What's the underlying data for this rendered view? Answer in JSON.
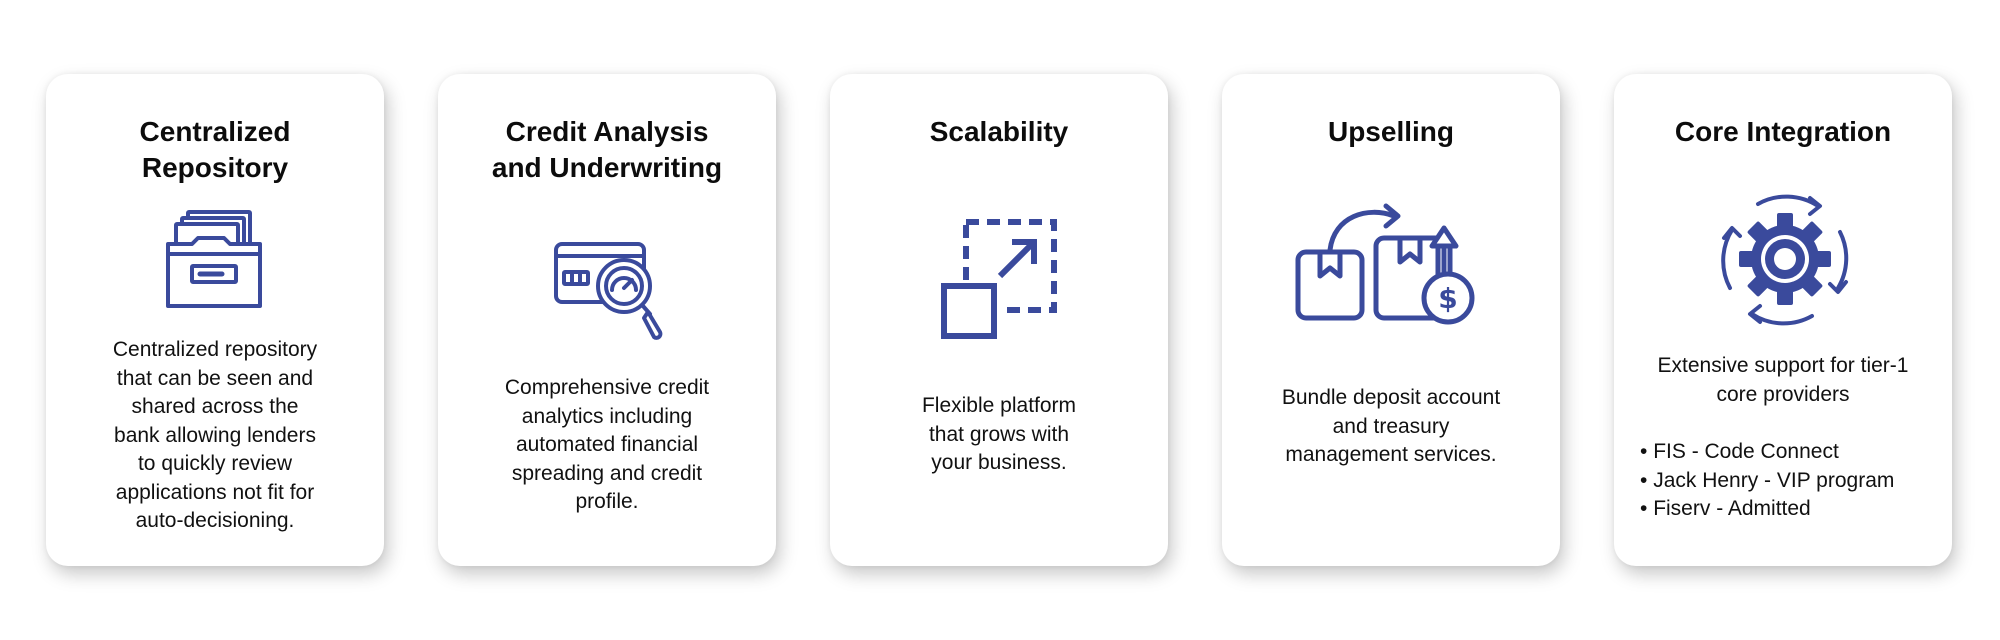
{
  "accent_color": "#3a4a9c",
  "cards": [
    {
      "title": "Centralized\nRepository",
      "icon": "file-cabinet-icon",
      "description": "Centralized repository\nthat can be seen and\nshared across the\nbank allowing lenders\nto quickly review\napplications not fit for\nauto-decisioning."
    },
    {
      "title": "Credit Analysis\nand Underwriting",
      "icon": "credit-card-magnifier-icon",
      "description": "Comprehensive credit\nanalytics including\nautomated financial\nspreading and credit\nprofile."
    },
    {
      "title": "Scalability",
      "icon": "scale-up-icon",
      "description": "Flexible platform\nthat grows with\nyour business."
    },
    {
      "title": "Upselling",
      "icon": "upsell-boxes-icon",
      "description": "Bundle deposit account\nand treasury\nmanagement services."
    },
    {
      "title": "Core Integration",
      "icon": "gear-cycle-icon",
      "description": "Extensive support for tier-1\ncore providers",
      "bullets": [
        "FIS - Code Connect",
        "Jack Henry - VIP program",
        "Fiserv - Admitted"
      ]
    }
  ]
}
